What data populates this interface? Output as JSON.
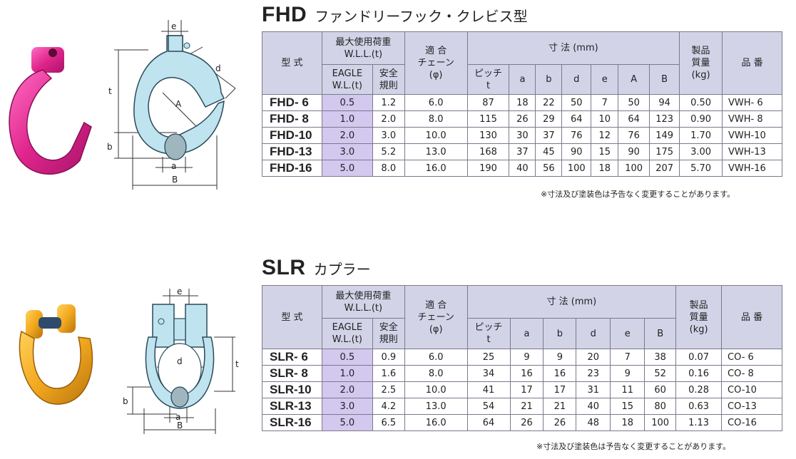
{
  "fhd": {
    "code": "FHD",
    "subtitle": "ファンドリーフック・クレビス型",
    "header": {
      "model": "型 式",
      "wll": "最大使用荷重",
      "wll_unit": "W.L.L.(t)",
      "eagle": "EAGLE",
      "eagle_unit": "W.L.(t)",
      "safety": "安全",
      "safety2": "規則",
      "chain": "適 合",
      "chain2": "チェーン",
      "chain3": "(φ)",
      "dims": "寸 法 (mm)",
      "pitch": "ピッチ",
      "pitch_t": "t",
      "weight": "製品",
      "weight2": "質量",
      "weight3": "(kg)",
      "part": "品 番",
      "dim_cols": [
        "a",
        "b",
        "d",
        "e",
        "A",
        "B"
      ]
    },
    "rows": [
      {
        "model": "FHD- 6",
        "eagle": "0.5",
        "safety": "1.2",
        "chain": "6.0",
        "t": "87",
        "a": "18",
        "b": "22",
        "d": "50",
        "e": "7",
        "A": "50",
        "B": "94",
        "weight": "0.50",
        "part": "VWH- 6"
      },
      {
        "model": "FHD- 8",
        "eagle": "1.0",
        "safety": "2.0",
        "chain": "8.0",
        "t": "115",
        "a": "26",
        "b": "29",
        "d": "64",
        "e": "10",
        "A": "64",
        "B": "123",
        "weight": "0.90",
        "part": "VWH- 8"
      },
      {
        "model": "FHD-10",
        "eagle": "2.0",
        "safety": "3.0",
        "chain": "10.0",
        "t": "130",
        "a": "30",
        "b": "37",
        "d": "76",
        "e": "12",
        "A": "76",
        "B": "149",
        "weight": "1.70",
        "part": "VWH-10"
      },
      {
        "model": "FHD-13",
        "eagle": "3.0",
        "safety": "5.2",
        "chain": "13.0",
        "t": "168",
        "a": "37",
        "b": "45",
        "d": "90",
        "e": "15",
        "A": "90",
        "B": "175",
        "weight": "3.00",
        "part": "VWH-13"
      },
      {
        "model": "FHD-16",
        "eagle": "5.0",
        "safety": "8.0",
        "chain": "16.0",
        "t": "190",
        "a": "40",
        "b": "56",
        "d": "100",
        "e": "18",
        "A": "100",
        "B": "207",
        "weight": "5.70",
        "part": "VWH-16"
      }
    ],
    "note": "※寸法及び塗装色は予告なく変更することがあります。",
    "diagram_labels": {
      "e": "e",
      "t": "t",
      "d": "d",
      "A": "A",
      "b": "b",
      "a": "a",
      "B": "B"
    },
    "colors": {
      "photo": "#e0258c",
      "drawing": "#bfe3ef"
    }
  },
  "slr": {
    "code": "SLR",
    "subtitle": "カプラー",
    "header": {
      "model": "型 式",
      "wll": "最大使用荷重",
      "wll_unit": "W.L.L.(t)",
      "eagle": "EAGLE",
      "eagle_unit": "W.L.(t)",
      "safety": "安全",
      "safety2": "規則",
      "chain": "適 合",
      "chain2": "チェーン",
      "chain3": "(φ)",
      "dims": "寸 法 (mm)",
      "pitch": "ピッチ",
      "pitch_t": "t",
      "weight": "製品",
      "weight2": "質量",
      "weight3": "(kg)",
      "part": "品 番",
      "dim_cols": [
        "a",
        "b",
        "d",
        "e",
        "B"
      ]
    },
    "rows": [
      {
        "model": "SLR- 6",
        "eagle": "0.5",
        "safety": "0.9",
        "chain": "6.0",
        "t": "25",
        "a": "9",
        "b": "9",
        "d": "20",
        "e": "7",
        "B": "38",
        "weight": "0.07",
        "part": "CO- 6"
      },
      {
        "model": "SLR- 8",
        "eagle": "1.0",
        "safety": "1.6",
        "chain": "8.0",
        "t": "34",
        "a": "16",
        "b": "16",
        "d": "23",
        "e": "9",
        "B": "52",
        "weight": "0.16",
        "part": "CO- 8"
      },
      {
        "model": "SLR-10",
        "eagle": "2.0",
        "safety": "2.5",
        "chain": "10.0",
        "t": "41",
        "a": "17",
        "b": "17",
        "d": "31",
        "e": "11",
        "B": "60",
        "weight": "0.28",
        "part": "CO-10"
      },
      {
        "model": "SLR-13",
        "eagle": "3.0",
        "safety": "4.2",
        "chain": "13.0",
        "t": "54",
        "a": "21",
        "b": "21",
        "d": "40",
        "e": "15",
        "B": "80",
        "weight": "0.63",
        "part": "CO-13"
      },
      {
        "model": "SLR-16",
        "eagle": "5.0",
        "safety": "6.5",
        "chain": "16.0",
        "t": "64",
        "a": "26",
        "b": "26",
        "d": "48",
        "e": "18",
        "B": "100",
        "weight": "1.13",
        "part": "CO-16"
      }
    ],
    "note": "※寸法及び塗装色は予告なく変更することがあります。",
    "diagram_labels": {
      "e": "e",
      "t": "t",
      "d": "d",
      "b": "b",
      "a": "a",
      "B": "B"
    },
    "colors": {
      "photo": "#f2a81e",
      "drawing": "#bfe3ef"
    }
  }
}
